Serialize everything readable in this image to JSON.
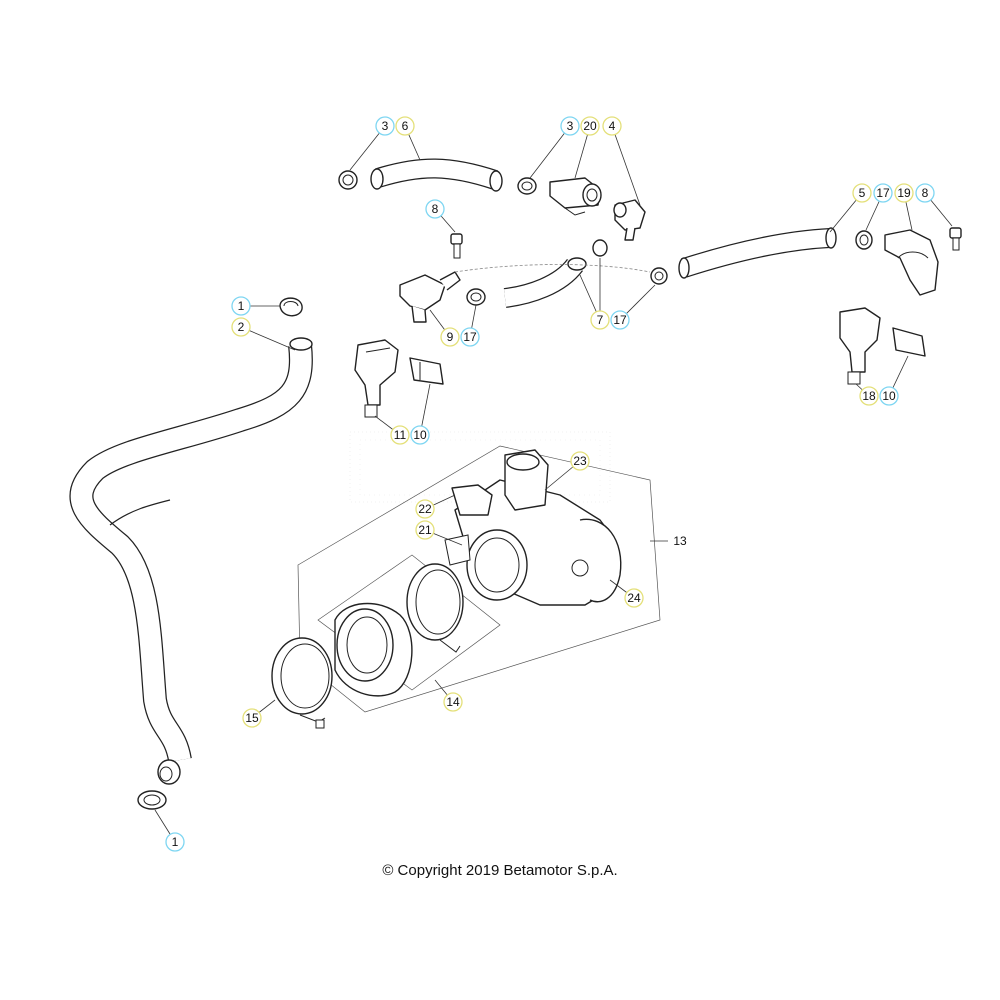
{
  "copyright": "© Copyright 2019 Betamotor S.p.A.",
  "colors": {
    "callout_blue": "#7fd6f2",
    "callout_yellow": "#e4e07a",
    "line": "#222222"
  },
  "callouts": [
    {
      "id": "c-3a",
      "label": "3",
      "color": "blue"
    },
    {
      "id": "c-6",
      "label": "6",
      "color": "yellow"
    },
    {
      "id": "c-3b",
      "label": "3",
      "color": "blue"
    },
    {
      "id": "c-20",
      "label": "20",
      "color": "yellow"
    },
    {
      "id": "c-4",
      "label": "4",
      "color": "yellow"
    },
    {
      "id": "c-8a",
      "label": "8",
      "color": "blue"
    },
    {
      "id": "c-5",
      "label": "5",
      "color": "yellow"
    },
    {
      "id": "c-17a",
      "label": "17",
      "color": "blue"
    },
    {
      "id": "c-19",
      "label": "19",
      "color": "yellow"
    },
    {
      "id": "c-8b",
      "label": "8",
      "color": "blue"
    },
    {
      "id": "c-1a",
      "label": "1",
      "color": "blue"
    },
    {
      "id": "c-2",
      "label": "2",
      "color": "yellow"
    },
    {
      "id": "c-9",
      "label": "9",
      "color": "yellow"
    },
    {
      "id": "c-17b",
      "label": "17",
      "color": "blue"
    },
    {
      "id": "c-7",
      "label": "7",
      "color": "yellow"
    },
    {
      "id": "c-17c",
      "label": "17",
      "color": "blue"
    },
    {
      "id": "c-11",
      "label": "11",
      "color": "yellow"
    },
    {
      "id": "c-10a",
      "label": "10",
      "color": "blue"
    },
    {
      "id": "c-18",
      "label": "18",
      "color": "yellow"
    },
    {
      "id": "c-10b",
      "label": "10",
      "color": "blue"
    },
    {
      "id": "c-23",
      "label": "23",
      "color": "yellow"
    },
    {
      "id": "c-22",
      "label": "22",
      "color": "yellow"
    },
    {
      "id": "c-21",
      "label": "21",
      "color": "yellow"
    },
    {
      "id": "c-13",
      "label": "13",
      "color": "none"
    },
    {
      "id": "c-24",
      "label": "24",
      "color": "yellow"
    },
    {
      "id": "c-14",
      "label": "14",
      "color": "yellow"
    },
    {
      "id": "c-15",
      "label": "15",
      "color": "yellow"
    },
    {
      "id": "c-1b",
      "label": "1",
      "color": "blue"
    }
  ]
}
